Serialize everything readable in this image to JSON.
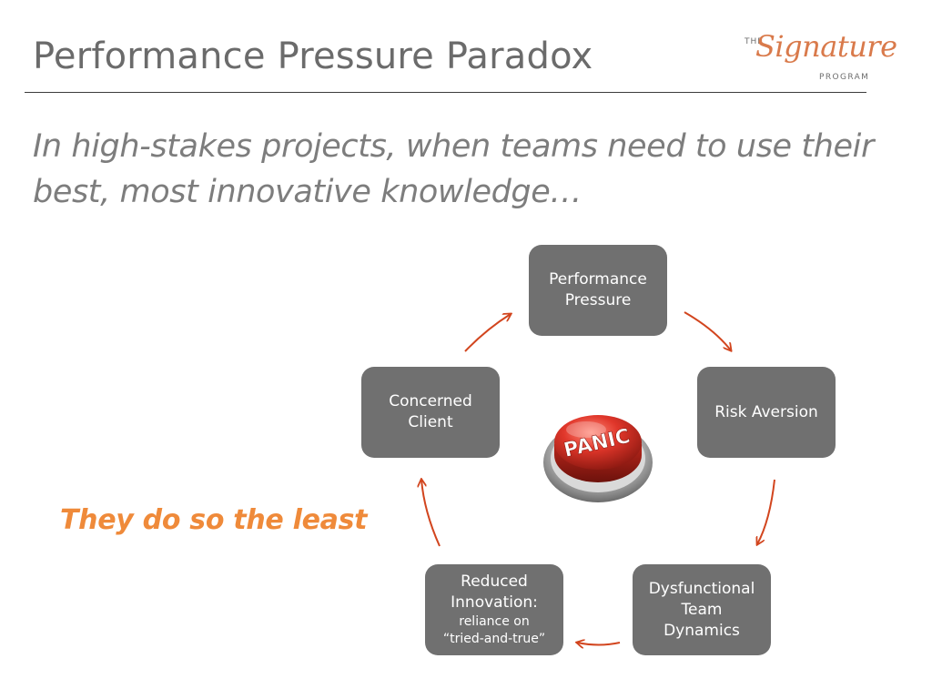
{
  "slide": {
    "title": "Performance Pressure Paradox",
    "subtitle": "In high-stakes projects, when teams need to use their best, most innovative knowledge…",
    "tagline": "They do so the least"
  },
  "logo": {
    "the": "THE",
    "signature": "Signature",
    "program": "PROGRAM"
  },
  "cycle": {
    "nodes": [
      {
        "line1": "Performance",
        "line2": "Pressure"
      },
      {
        "line1": "Risk Aversion"
      },
      {
        "line1": "Dysfunctional",
        "line2": "Team",
        "line3": "Dynamics"
      },
      {
        "line1": "Reduced",
        "line2": "Innovation:",
        "detail1": "reliance on",
        "detail2": "“tried-and-true”"
      },
      {
        "line1": "Concerned",
        "line2": "Client"
      }
    ],
    "center_button": "PANIC"
  },
  "colors": {
    "title": "#6b6b6b",
    "subtitle": "#7d7d7d",
    "tagline": "#ef8a3a",
    "node_fill": "#707070",
    "arrow": "#d2451e",
    "panic_red": "#d62b20",
    "logo": "#d97a4b"
  },
  "icons": [
    "panic-button-icon",
    "cycle-arrow-icon"
  ]
}
